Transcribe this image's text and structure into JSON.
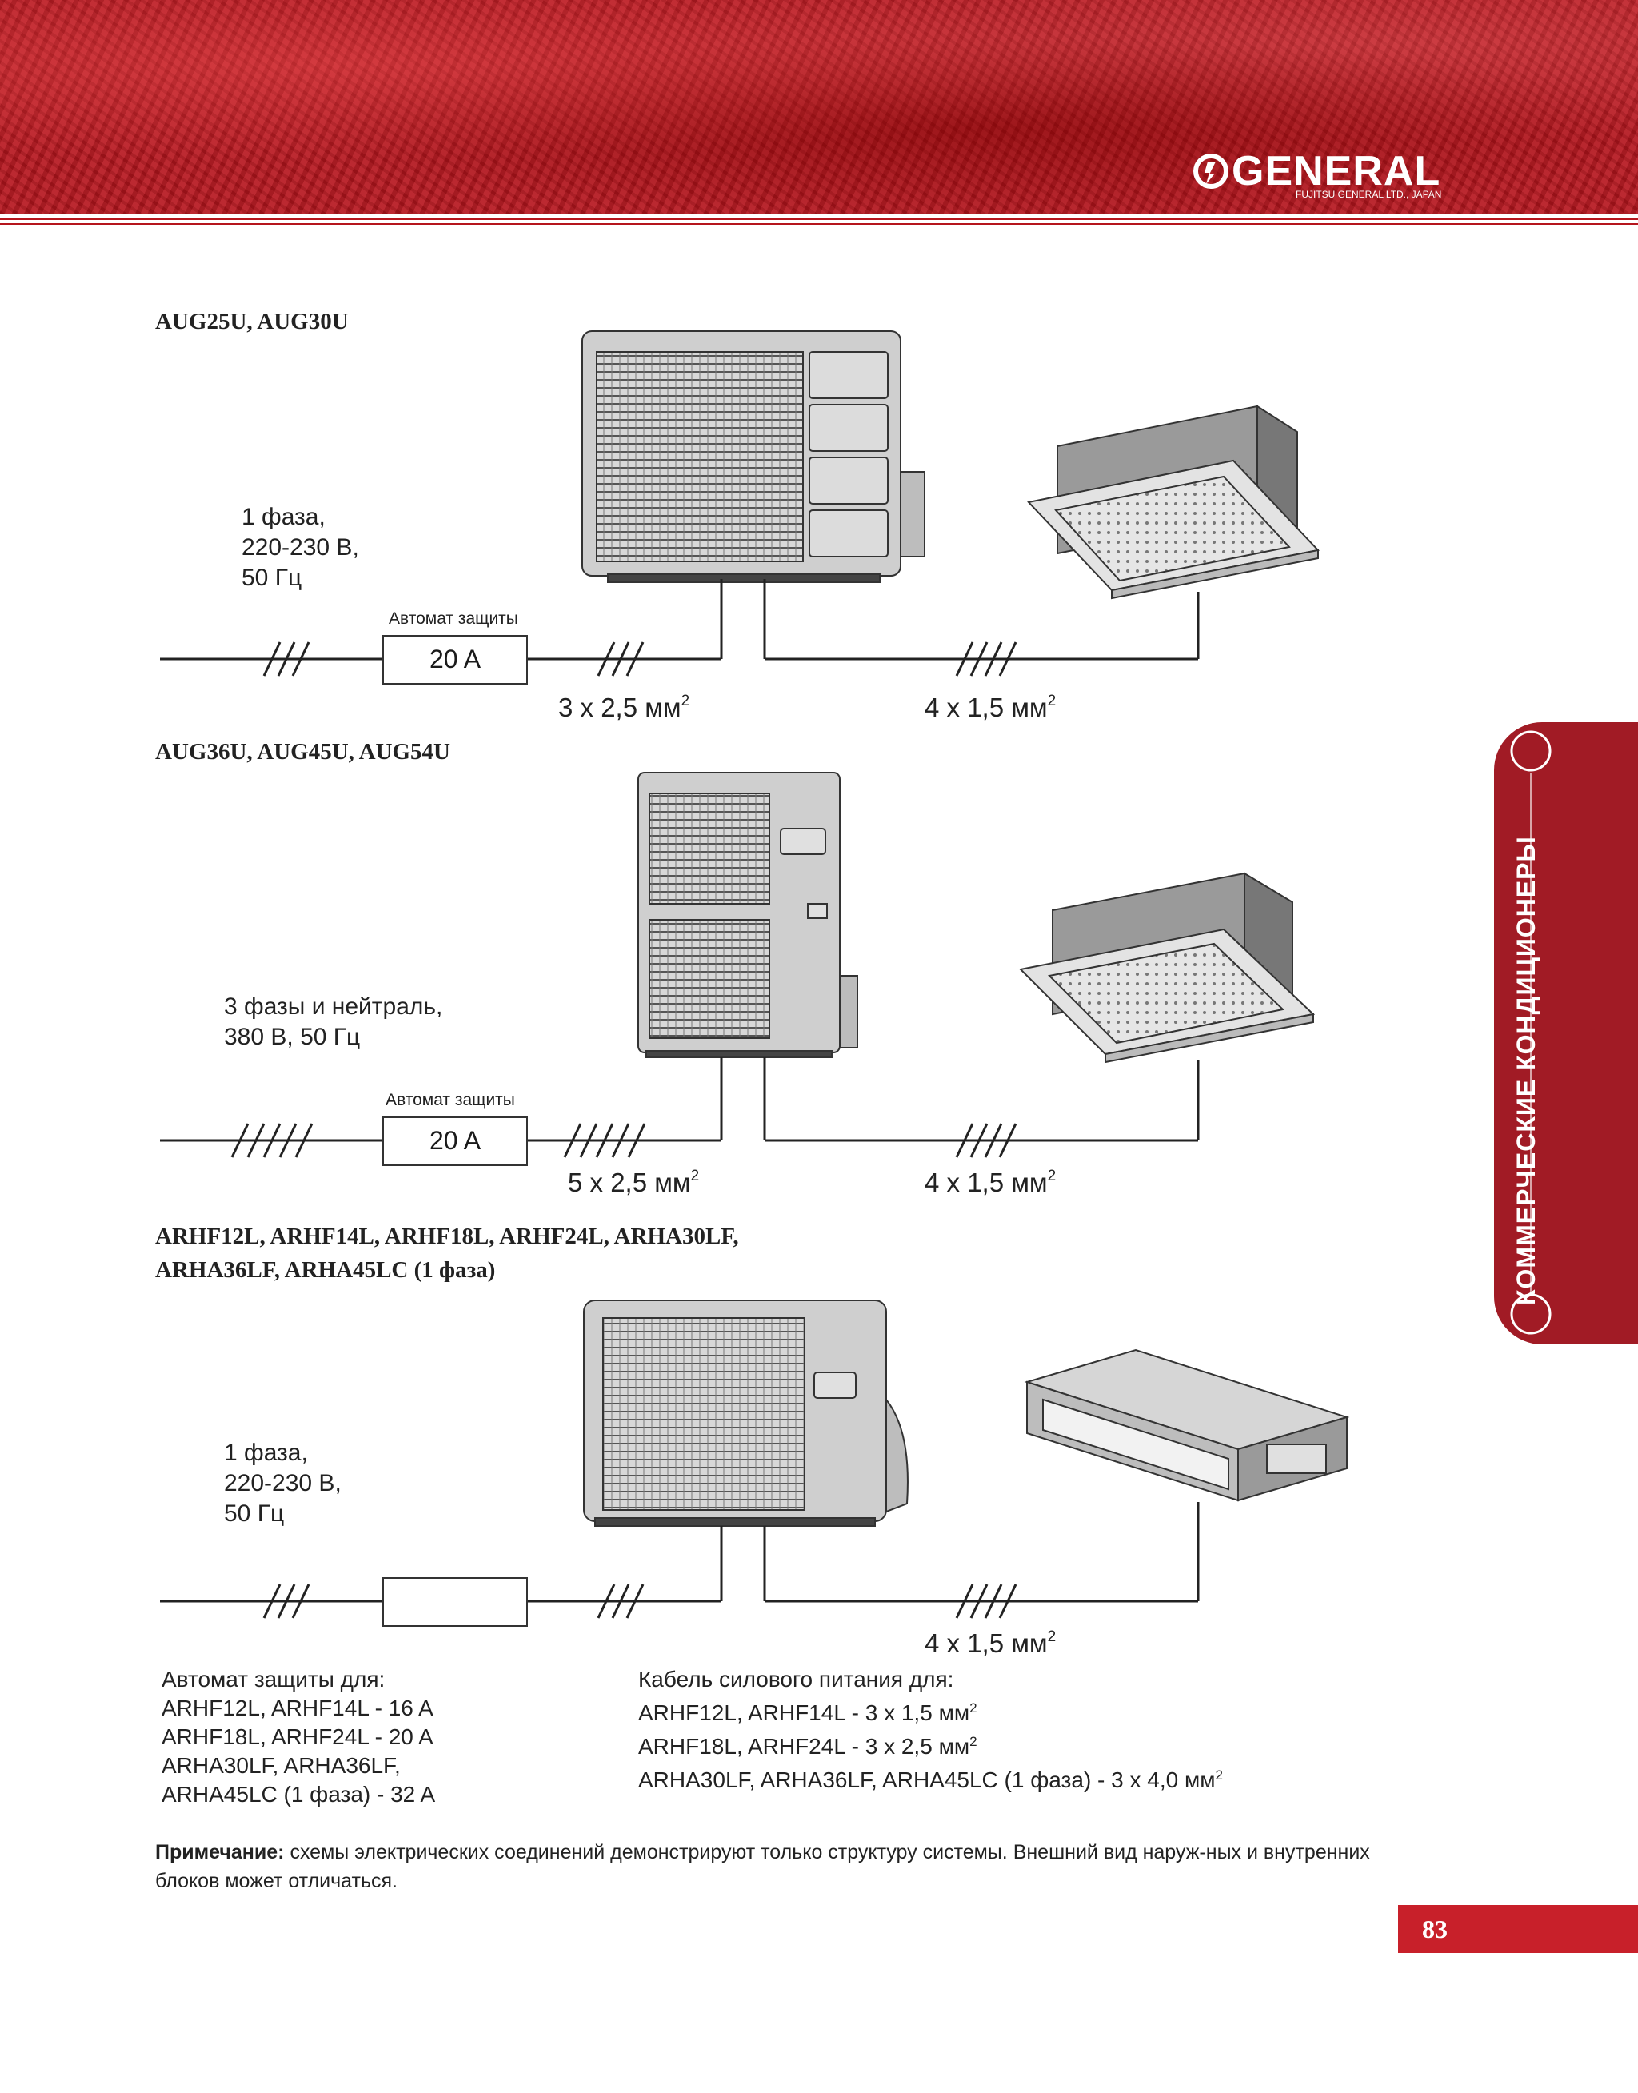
{
  "brand": {
    "name": "GENERAL",
    "subtitle": "FUJITSU GENERAL LTD., JAPAN",
    "accent_color": "#b5151d"
  },
  "section1": {
    "heading": "AUG25U, AUG30U",
    "power": "1 фаза,\n220-230 В,\n50 Гц",
    "breaker_caption": "Автомат защиты",
    "breaker_value": "20 A",
    "cable_supply": "3 x 2,5 мм",
    "cable_link": "4 x 1,5 мм",
    "sup": "2"
  },
  "section2": {
    "heading": "AUG36U, AUG45U, AUG54U",
    "power": "3 фазы и нейтраль,\n380 В, 50 Гц",
    "breaker_caption": "Автомат защиты",
    "breaker_value": "20 A",
    "cable_supply": "5 x 2,5 мм",
    "cable_link": "4 x 1,5 мм",
    "sup": "2"
  },
  "section3": {
    "heading_line1": "ARHF12L, ARHF14L, ARHF18L, ARHF24L, ARHA30LF,",
    "heading_line2": "ARHA36LF, ARHA45LC (1 фаза)",
    "power": "1 фаза,\n220-230 В,\n50 Гц",
    "cable_link": "4 x 1,5 мм",
    "sup": "2",
    "breaker_list": {
      "title": "Автомат защиты для:",
      "lines": [
        "ARHF12L, ARHF14L - 16 A",
        "ARHF18L, ARHF24L - 20 A",
        "ARHA30LF, ARHA36LF,",
        "ARHA45LC (1 фаза) - 32 A"
      ]
    },
    "cable_list": {
      "title": "Кабель силового питания для:",
      "lines": [
        "ARHF12L, ARHF14L - 3 x 1,5 мм",
        "ARHF18L, ARHF24L - 3 x 2,5 мм",
        "ARHA30LF, ARHA36LF, ARHA45LC (1 фаза) - 3 x 4,0 мм"
      ],
      "sup": "2"
    }
  },
  "note": {
    "label": "Примечание:",
    "text": " схемы электрических соединений демонстрируют только структуру системы. Внешний вид наруж-ных и внутренних блоков может отличаться."
  },
  "side_tab": "КОММЕРЧЕСКИЕ КОНДИЦИОНЕРЫ",
  "page_number": "83"
}
